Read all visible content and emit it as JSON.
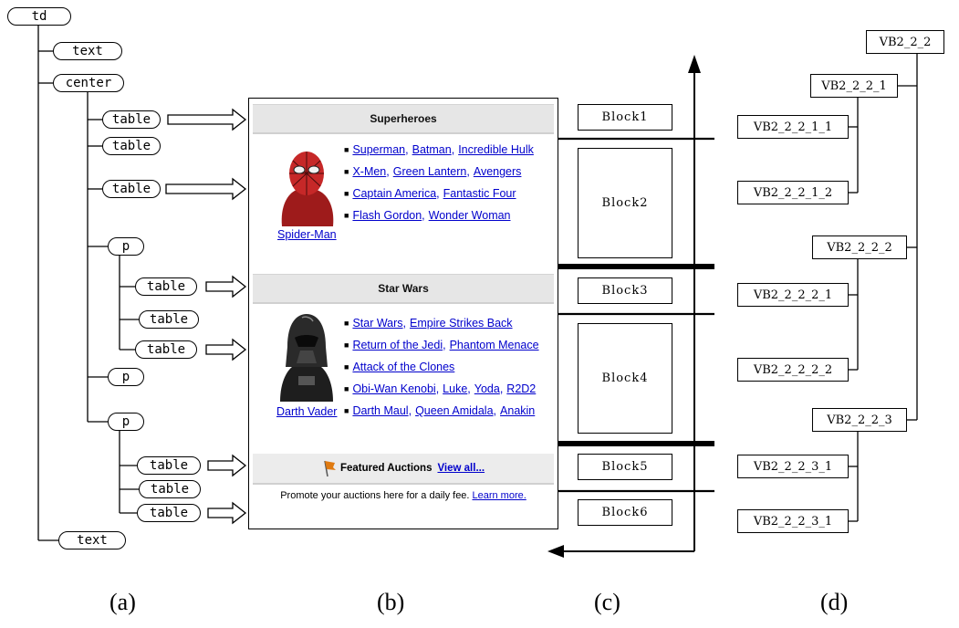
{
  "dom_tree": {
    "root": "td",
    "text_1": "text",
    "center": "center",
    "table_1": "table",
    "table_2": "table",
    "table_3": "table",
    "p_1": "p",
    "p1_table_1": "table",
    "p1_table_2": "table",
    "p1_table_3": "table",
    "p_2": "p",
    "p_3": "p",
    "p3_table_1": "table",
    "p3_table_2": "table",
    "p3_table_3": "table",
    "text_2": "text"
  },
  "webpage": {
    "section1": {
      "title": "Superheroes",
      "image_caption": "Spider-Man",
      "rows": [
        [
          "Superman",
          "Batman",
          "Incredible Hulk"
        ],
        [
          "X-Men",
          "Green Lantern",
          "Avengers"
        ],
        [
          "Captain America",
          "Fantastic Four"
        ],
        [
          "Flash Gordon",
          "Wonder Woman"
        ]
      ]
    },
    "section2": {
      "title": "Star Wars",
      "image_caption": "Darth Vader",
      "rows": [
        [
          "Star Wars",
          "Empire Strikes Back"
        ],
        [
          "Return of the Jedi",
          "Phantom Menace"
        ],
        [
          "Attack of the Clones"
        ],
        [
          "Obi-Wan Kenobi",
          "Luke",
          "Yoda",
          "R2D2"
        ],
        [
          "Darth Maul",
          "Queen Amidala",
          "Anakin"
        ]
      ]
    },
    "auctions": {
      "title": "Featured Auctions",
      "view_all": "View all...",
      "promo_text": "Promote your auctions here for a daily fee.",
      "learn_more": "Learn more."
    }
  },
  "blocks": {
    "b1": "Block1",
    "b2": "Block2",
    "b3": "Block3",
    "b4": "Block4",
    "b5": "Block5",
    "b6": "Block6"
  },
  "vb_tree": {
    "root": "VB2_2_2",
    "n1": "VB2_2_2_1",
    "n1_1": "VB2_2_2_1_1",
    "n1_2": "VB2_2_2_1_2",
    "n2": "VB2_2_2_2",
    "n2_1": "VB2_2_2_2_1",
    "n2_2": "VB2_2_2_2_2",
    "n3": "VB2_2_2_3",
    "n3_1": "VB2_2_2_3_1",
    "n3_2": "VB2_2_2_3_1"
  },
  "sublabels": {
    "a": "(a)",
    "b": "(b)",
    "c": "(c)",
    "d": "(d)"
  }
}
